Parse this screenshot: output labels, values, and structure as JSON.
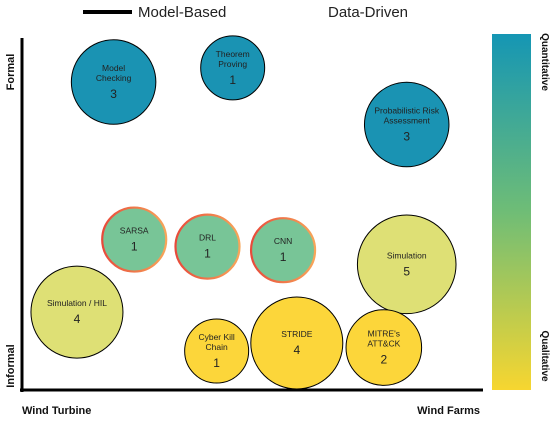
{
  "chart_data": {
    "type": "bubble",
    "title": "",
    "legend": [
      {
        "name": "Model-Based",
        "color": "#000000"
      },
      {
        "name": "Data-Driven",
        "color": "#e8493a"
      }
    ],
    "x_axis": {
      "left_label": "Wind Turbine",
      "right_label": "Wind Farms"
    },
    "y_axis": {
      "bottom_label": "Informal",
      "top_label": "Formal"
    },
    "colorbar": {
      "top_label": "Quantitative",
      "bottom_label": "Qualitative",
      "top_color": "#1596b4",
      "mid_color": "#6fbd76",
      "bottom_color": "#f7d630"
    },
    "series": [
      {
        "label_lines": [
          "Model",
          "Checking"
        ],
        "value": 3,
        "x": 0.2,
        "y": 0.87,
        "approach": "Model-Based",
        "fill": "#1a93b3"
      },
      {
        "label_lines": [
          "Theorem",
          "Proving"
        ],
        "value": 1,
        "x": 0.46,
        "y": 0.91,
        "approach": "Model-Based",
        "fill": "#1a93b3"
      },
      {
        "label_lines": [
          "Probabilistic Risk",
          "Assessment"
        ],
        "value": 3,
        "x": 0.84,
        "y": 0.75,
        "approach": "Model-Based",
        "fill": "#1a93b3"
      },
      {
        "label_lines": [
          "SARSA"
        ],
        "value": 1,
        "x": 0.245,
        "y": 0.425,
        "approach": "Data-Driven",
        "fill": "#78c597"
      },
      {
        "label_lines": [
          "DRL"
        ],
        "value": 1,
        "x": 0.405,
        "y": 0.405,
        "approach": "Data-Driven",
        "fill": "#78c597"
      },
      {
        "label_lines": [
          "CNN"
        ],
        "value": 1,
        "x": 0.57,
        "y": 0.395,
        "approach": "Data-Driven",
        "fill": "#78c597"
      },
      {
        "label_lines": [
          "Simulation"
        ],
        "value": 5,
        "x": 0.84,
        "y": 0.355,
        "approach": "Model-Based",
        "fill": "#dee075"
      },
      {
        "label_lines": [
          "Simulation / HIL"
        ],
        "value": 4,
        "x": 0.12,
        "y": 0.22,
        "approach": "Model-Based",
        "fill": "#dee075"
      },
      {
        "label_lines": [
          "Cyber Kill",
          "Chain"
        ],
        "value": 1,
        "x": 0.425,
        "y": 0.11,
        "approach": "Model-Based",
        "fill": "#fcd63a"
      },
      {
        "label_lines": [
          "STRIDE"
        ],
        "value": 4,
        "x": 0.6,
        "y": 0.125,
        "approach": "Model-Based",
        "fill": "#fcd63a"
      },
      {
        "label_lines": [
          "MITRE's",
          "ATT&CK"
        ],
        "value": 2,
        "x": 0.79,
        "y": 0.12,
        "approach": "Model-Based",
        "fill": "#fcd63a"
      }
    ]
  }
}
